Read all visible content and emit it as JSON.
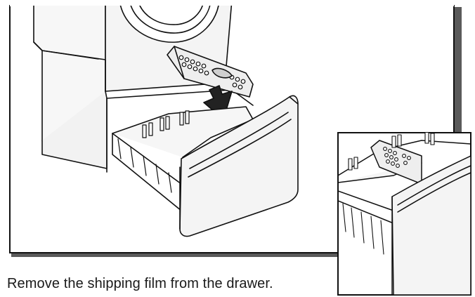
{
  "caption": {
    "text": "Remove the shipping film from the drawer."
  },
  "illustration": {
    "main": "pedestal-drawer-with-washer-line-drawing",
    "inset": "drawer-detail-inset-line-drawing"
  },
  "colors": {
    "line": "#111111",
    "paper": "#ffffff",
    "shadow": "#5a5a5a",
    "fill_light": "#f4f4f4",
    "fill_mid": "#e6e6e6"
  }
}
